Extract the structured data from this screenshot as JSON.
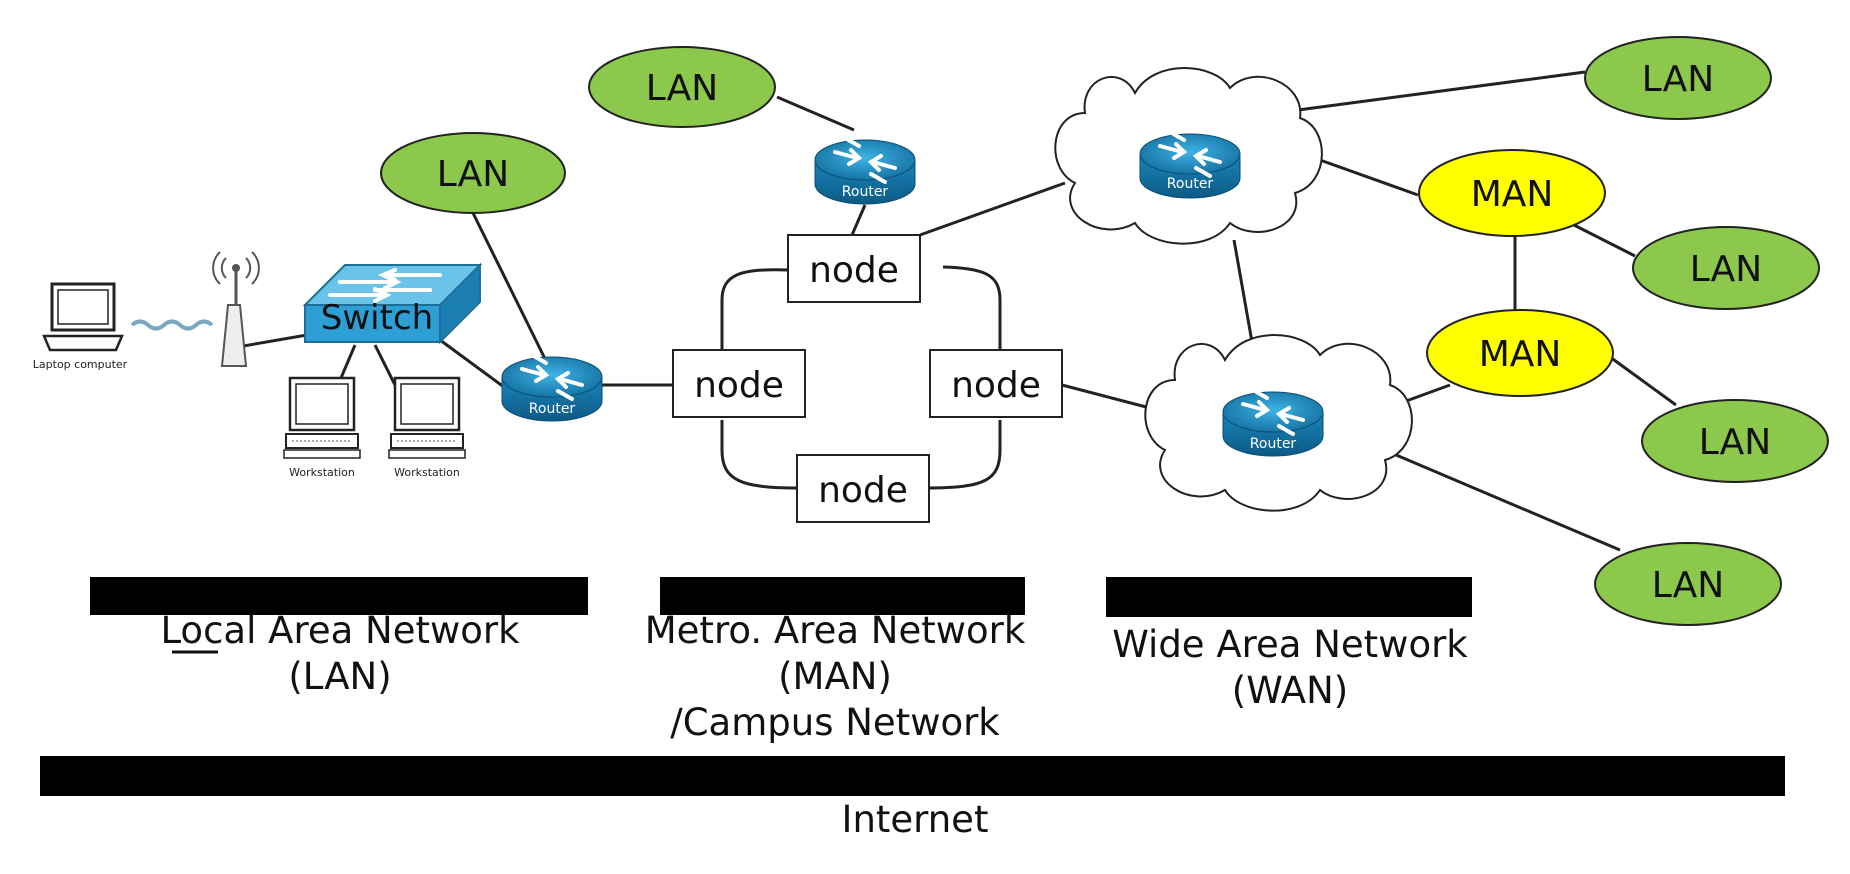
{
  "diagram": {
    "lan_label": "LAN",
    "man_label": "MAN",
    "node_label": "node",
    "switch_label": "Switch",
    "router_label": "Router",
    "laptop_label": "Laptop computer",
    "workstation_label": "Workstation",
    "colors": {
      "lan_fill": "#8cc84b",
      "man_fill": "#ffff00",
      "router_fill": "#1e8fc6",
      "switch_fill": "#3aa7d8",
      "bar": "#000000"
    }
  },
  "captions": {
    "lan": {
      "line1": "Local Area Network",
      "line2": "(LAN)"
    },
    "man": {
      "line1": "Metro. Area Network",
      "line2": "(MAN)",
      "line3": "/Campus Network"
    },
    "wan": {
      "line1": "Wide Area Network",
      "line2": "(WAN)"
    },
    "internet": "Internet"
  }
}
